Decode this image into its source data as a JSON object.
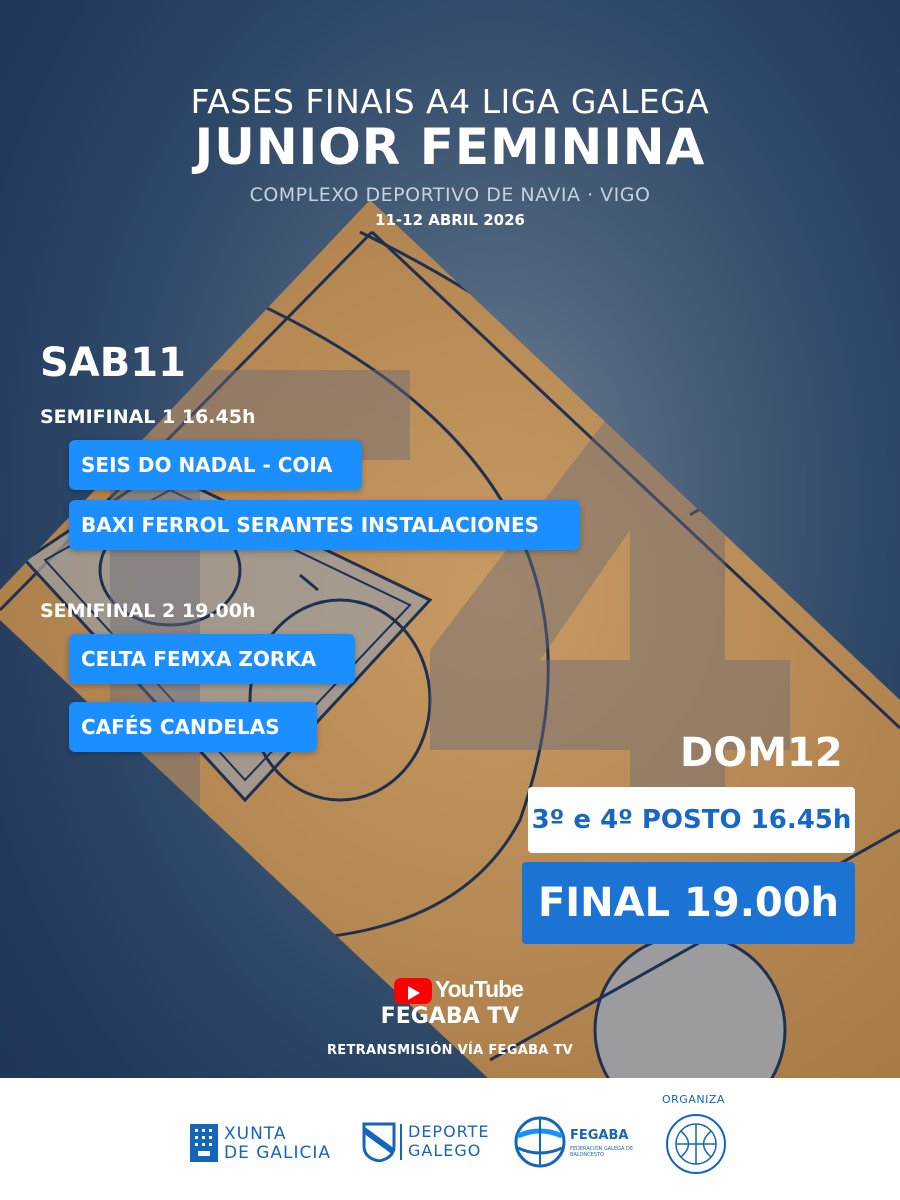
{
  "header": {
    "title_line1": "FASES FINAIS A4 LIGA GALEGA",
    "title_line2": "JUNIOR FEMININA",
    "venue": "COMPLEXO DEPORTIVO DE NAVIA · VIGO",
    "dates": "11-12 ABRIL 2026"
  },
  "saturday": {
    "label": "SAB11",
    "semifinal1": {
      "label": "SEMIFINAL 1  16.45h",
      "teams": [
        "SEIS DO NADAL - COIA",
        "BAXI FERROL SERANTES INSTALACIONES"
      ]
    },
    "semifinal2": {
      "label": "SEMIFINAL 2  19.00h",
      "teams": [
        "CELTA FEMXA ZORKA",
        "CAFÉS CANDELAS"
      ]
    }
  },
  "sunday": {
    "label": "DOM12",
    "third_place": "3º e 4º POSTO 16.45h",
    "final": "FINAL 19.00h"
  },
  "broadcast": {
    "platform": "YouTube",
    "channel": "FEGABA TV",
    "note": "RETRANSMISIÓN VÍA FEGABA TV"
  },
  "footer": {
    "organiza_label": "ORGANIZA",
    "logos": {
      "xunta_line1": "XUNTA",
      "xunta_line2": "DE GALICIA",
      "deporte_line1": "DEPORTE",
      "deporte_line2": "GALEGO",
      "fegaba": "FEGABA",
      "fegaba_sub": "FEDERACIÓN GALEGA DE BALONCESTO"
    }
  },
  "colors": {
    "background": "#23395b",
    "court": "#b8864f",
    "team_button": "#1b8fff",
    "final_box": "#1b73d4",
    "third_box_text": "#1768c6"
  },
  "background_graphic": "A4"
}
